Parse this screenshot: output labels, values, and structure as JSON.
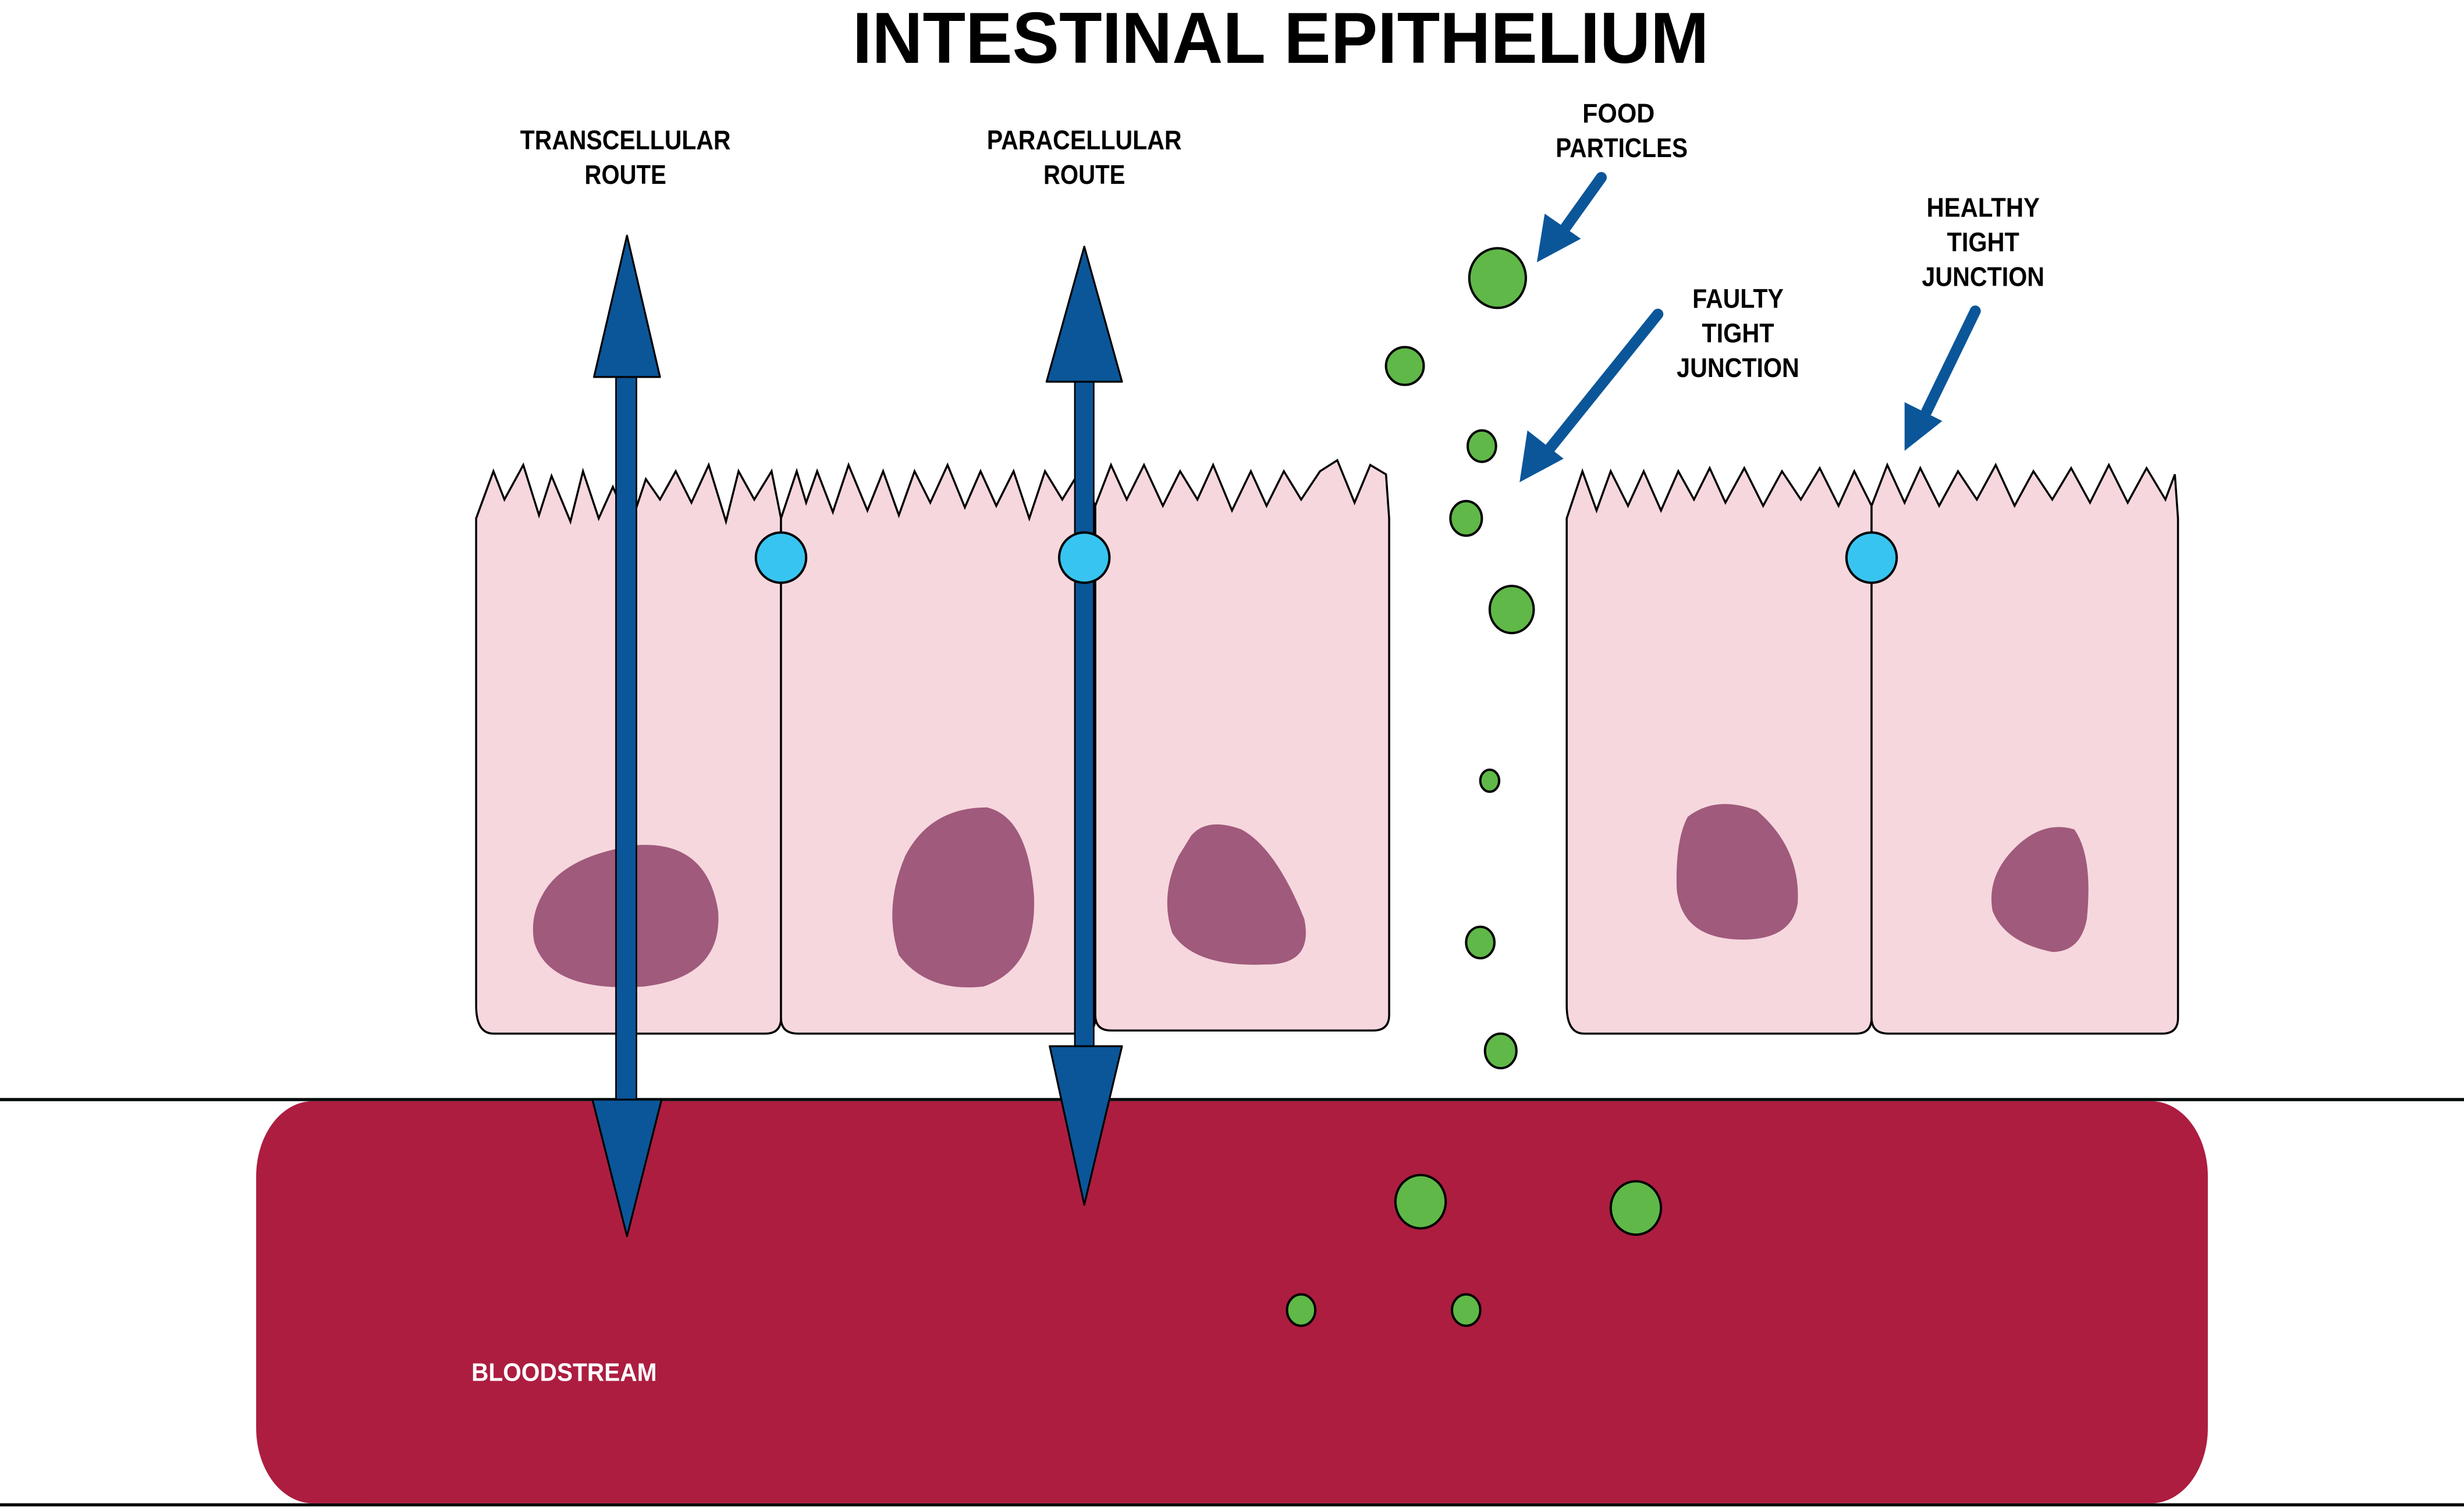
{
  "title": "INTESTINAL EPITHELIUM",
  "labels": {
    "transcellular": [
      "TRANSCELLULAR",
      "ROUTE"
    ],
    "paracellular": [
      "PARACELLULAR",
      "ROUTE"
    ],
    "food_particles": [
      "FOOD",
      "PARTICLES"
    ],
    "faulty_junction": [
      "FAULTY",
      "TIGHT",
      "JUNCTION"
    ],
    "healthy_junction": [
      "HEALTHY",
      "TIGHT",
      "JUNCTION"
    ],
    "bloodstream": "BLOODSTREAM"
  },
  "colors": {
    "cell_fill": "#f6d7de",
    "nucleus": "#a05a7b",
    "arrow_blue": "#0b5699",
    "tight_junction": "#38c4f1",
    "food_particle": "#60b848",
    "bloodstream": "#ad1d40",
    "outline": "#000000"
  }
}
